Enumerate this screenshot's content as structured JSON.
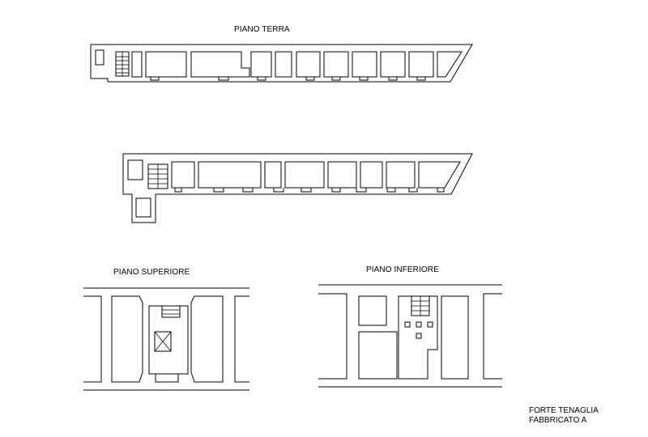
{
  "labels": {
    "piano_terra": "PIANO TERRA",
    "piano_superiore": "PIANO SUPERIORE",
    "piano_inferiore": "PIANO INFERIORE"
  },
  "caption": {
    "line1": "FORTE TENAGLIA",
    "line2": "FABBRICATO A"
  }
}
